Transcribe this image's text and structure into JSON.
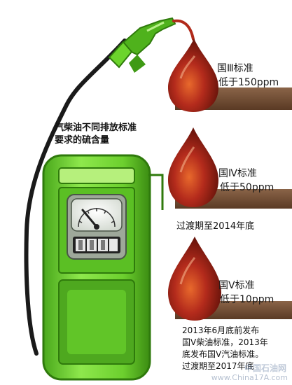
{
  "header": {
    "line1": "汽柴油不同排放标准",
    "line2": "要求的硫含量"
  },
  "standards": [
    {
      "name": "国Ⅲ标准",
      "limit": "低于150ppm",
      "note": ""
    },
    {
      "name": "国Ⅳ标准",
      "limit": "低于50ppm",
      "note": "过渡期至2014年底"
    },
    {
      "name": "国Ⅴ标准",
      "limit": "低于10ppm",
      "note": ""
    }
  ],
  "footnote": {
    "line1": "2013年6月底前发布",
    "line2": "国Ⅴ柴油标准，2013年",
    "line3": "底发布国Ⅴ汽油标准。",
    "line4": "过渡期至2017年底"
  },
  "watermark": {
    "site": "www.China17A.com",
    "brand": "中国石油网"
  },
  "colors": {
    "pump_green": "#6ed62c",
    "pump_dark": "#3e8e16",
    "drop_red": "#a8201a",
    "drop_highlight": "#e2622a",
    "bar_brown": "#6b4a32"
  },
  "icons": [
    "fuel-pump-icon",
    "fuel-nozzle-icon",
    "gauge-icon",
    "oil-drop-icon"
  ]
}
